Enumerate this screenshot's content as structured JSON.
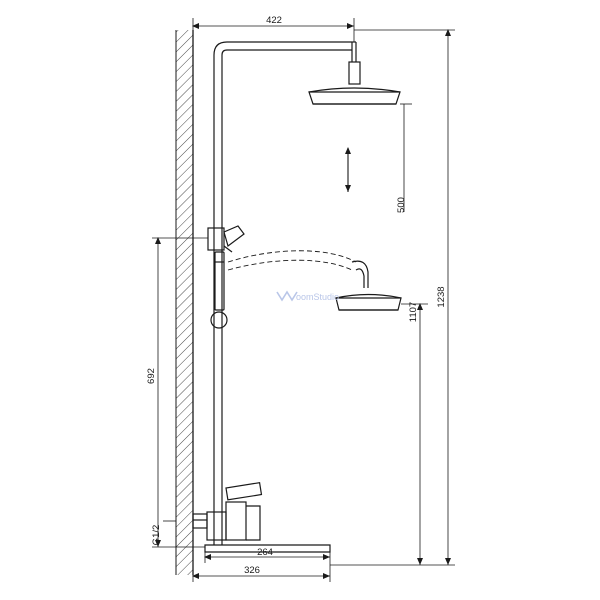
{
  "drawing": {
    "title": "shower-column-technical-drawing",
    "line_color": "#1a1a1a",
    "hatch_color": "#1a1a1a",
    "watermark_color": "#b9c6e8",
    "background": "#ffffff"
  },
  "dimensions": {
    "top_width": "422",
    "overall_height": "1238",
    "rain_head_height": "1107",
    "spray_travel": "500",
    "slide_bar_height": "692",
    "spout_projection": "264",
    "base_projection": "326",
    "inlet_thread": "G1/2"
  },
  "labels": {
    "watermark": "oomStudio"
  }
}
